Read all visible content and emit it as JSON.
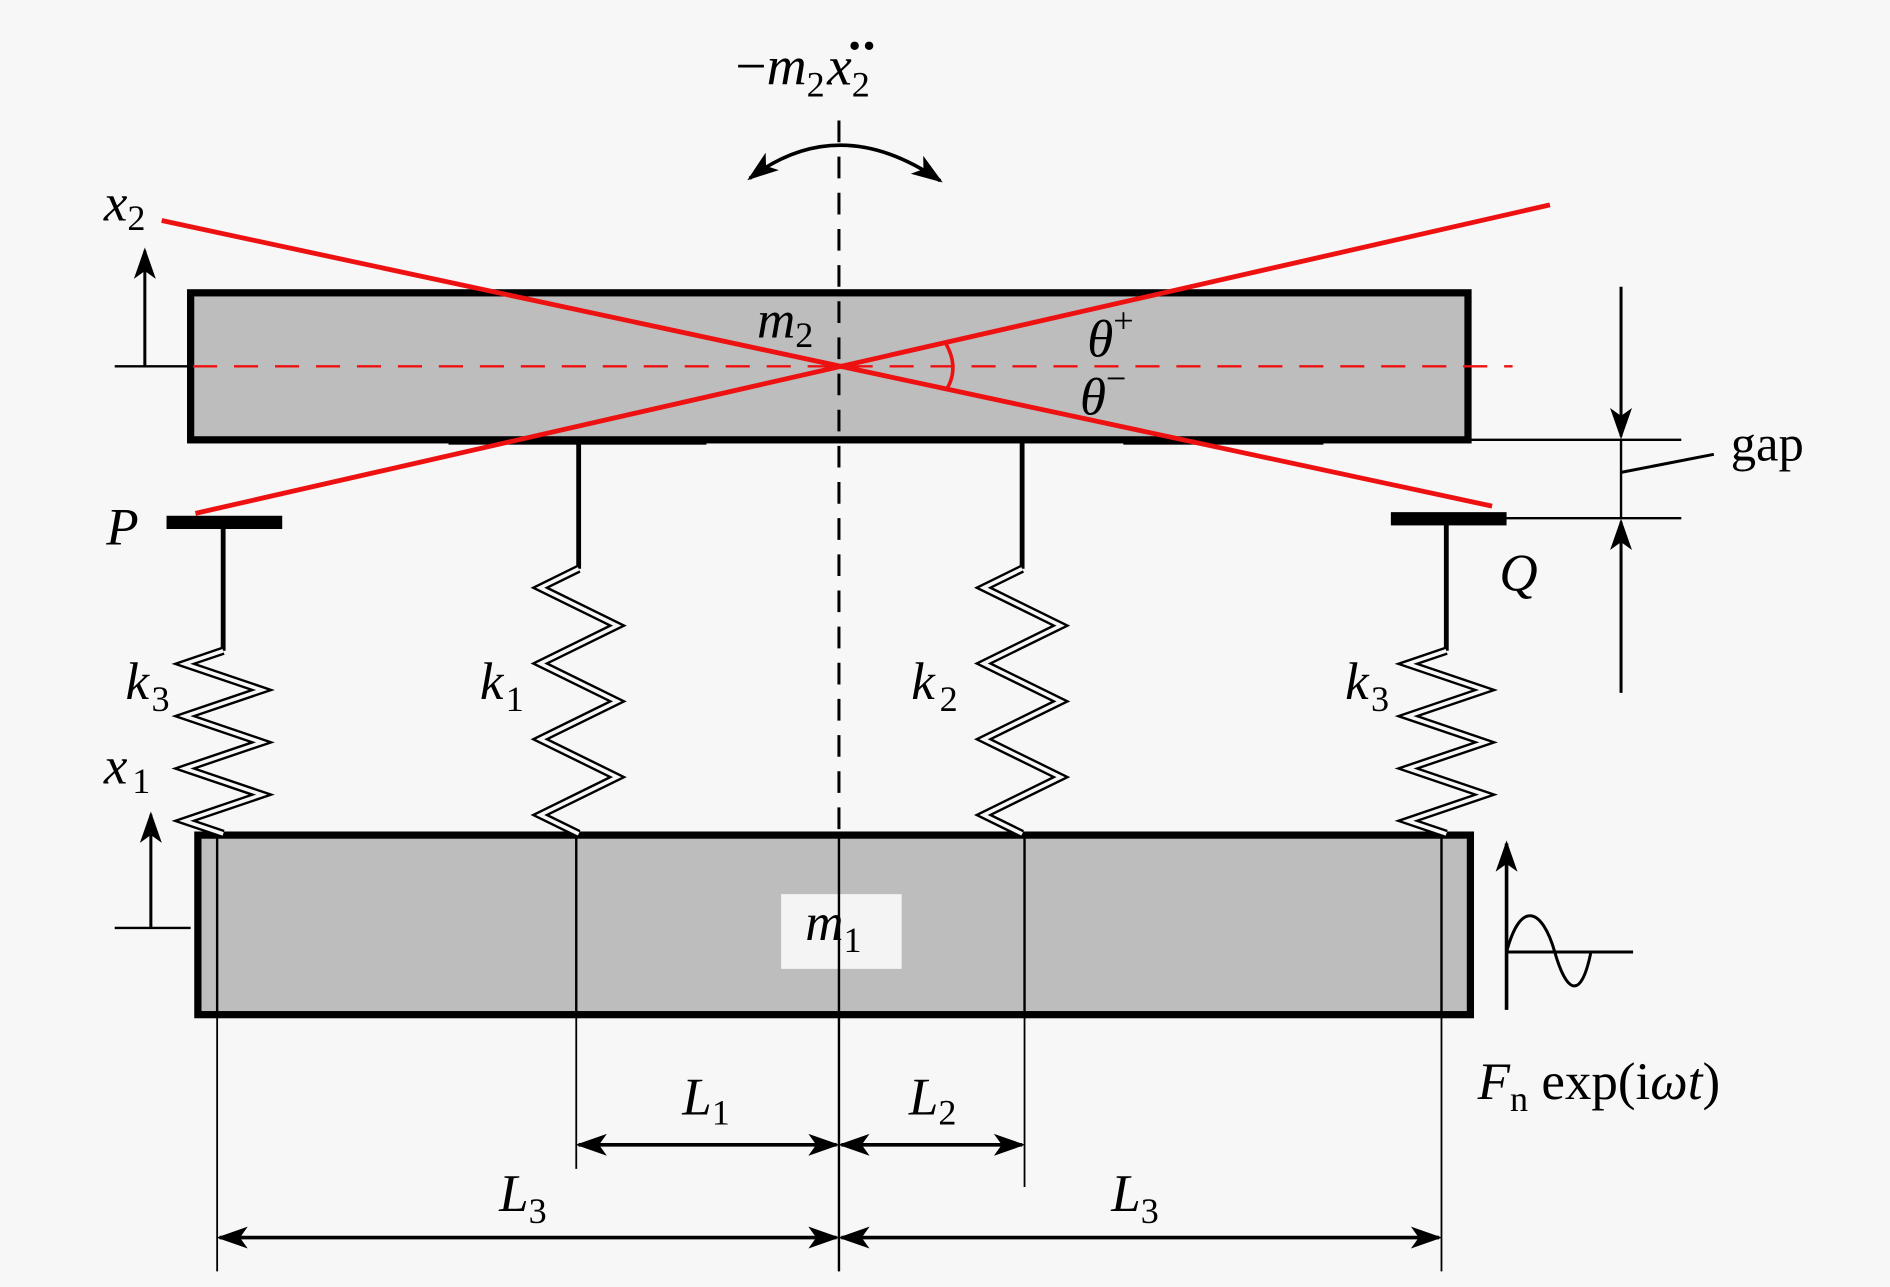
{
  "colors": {
    "background": "#f7f7f7",
    "mass_fill": "#bdbdbd",
    "outline": "#000000",
    "tilt_lines": "#ee1111"
  },
  "labels": {
    "inertia_force": {
      "minus": "−",
      "m": "m",
      "m_sub": "2",
      "x": "x",
      "x_sub": "2"
    },
    "x2": {
      "base": "x",
      "sub": "2"
    },
    "x1": {
      "base": "x",
      "sub": "1"
    },
    "m2": {
      "base": "m",
      "sub": "2"
    },
    "m1": {
      "base": "m",
      "sub": "1"
    },
    "theta_plus": {
      "base": "θ",
      "sup": "+"
    },
    "theta_minus": {
      "base": "θ",
      "sup": "−"
    },
    "gap": "gap",
    "P": "P",
    "Q": "Q",
    "springs": [
      {
        "base": "k",
        "sub": "3"
      },
      {
        "base": "k",
        "sub": "1"
      },
      {
        "base": "k",
        "sub": "2"
      },
      {
        "base": "k",
        "sub": "3"
      }
    ],
    "L1": {
      "base": "L",
      "sub": "1"
    },
    "L2": {
      "base": "L",
      "sub": "2"
    },
    "L3_left": {
      "base": "L",
      "sub": "3"
    },
    "L3_right": {
      "base": "L",
      "sub": "3"
    },
    "force": {
      "F": "F",
      "F_sub": "n",
      "exp": " exp(i",
      "omega": "ω",
      "t": "t",
      "close": ")"
    }
  }
}
